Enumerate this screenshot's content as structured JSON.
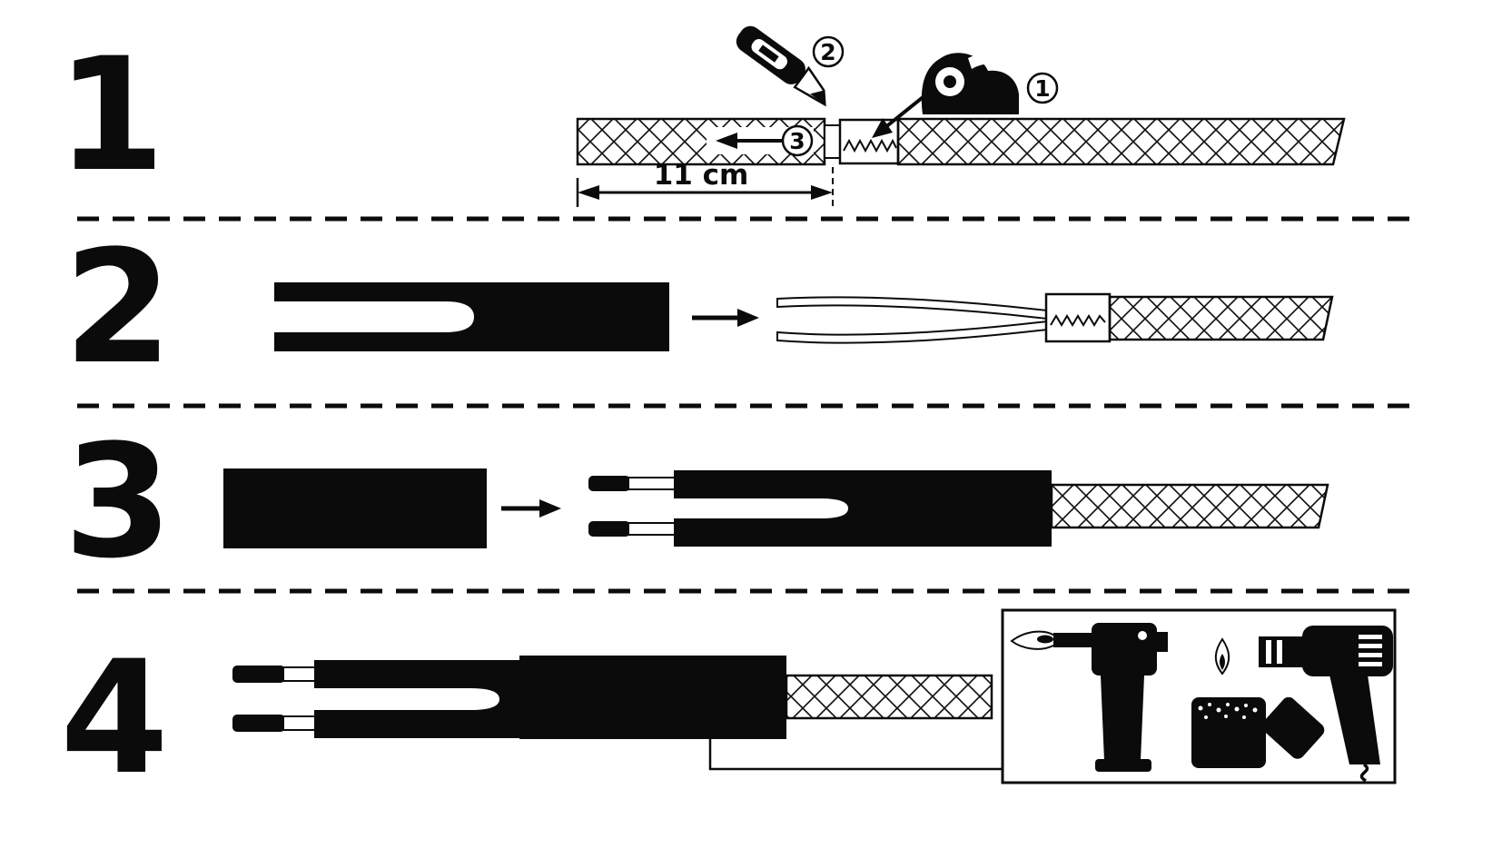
{
  "background": "#ffffff",
  "ink": "#0b0b0b",
  "steps": [
    {
      "number": "1",
      "dimension_label": "11 cm",
      "annotations": [
        {
          "target": "tape-dispenser",
          "label": "1"
        },
        {
          "target": "utility-knife",
          "label": "2"
        },
        {
          "target": "pull-back-arrow",
          "label": "3"
        }
      ]
    },
    {
      "number": "2"
    },
    {
      "number": "3"
    },
    {
      "number": "4"
    }
  ],
  "icons": {
    "tape_dispenser": "tape-dispenser-icon",
    "utility_knife": "utility-knife-icon",
    "gas_torch": "gas-torch-icon",
    "lighter": "lighter-icon",
    "heat_gun": "heat-gun-icon"
  }
}
